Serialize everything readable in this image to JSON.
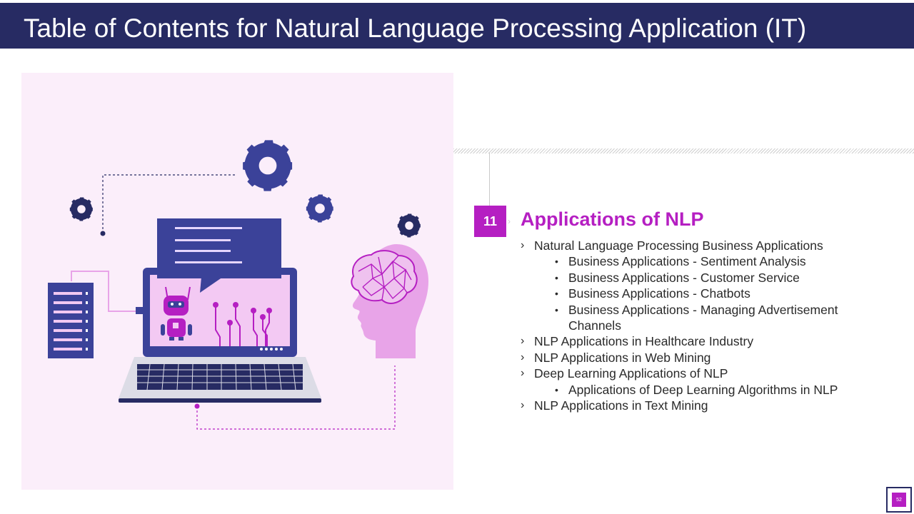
{
  "header": {
    "title": "Table of Contents for Natural Language Processing Application (IT)"
  },
  "section": {
    "number": "11",
    "title": "Applications of NLP"
  },
  "toc": [
    {
      "level": 1,
      "marker": "›",
      "text": "Natural  Language Processing Business Applications"
    },
    {
      "level": 2,
      "marker": "•",
      "text": "Business Applications - Sentiment Analysis"
    },
    {
      "level": 2,
      "marker": "•",
      "text": "Business Applications - Customer Service"
    },
    {
      "level": 2,
      "marker": "•",
      "text": "Business Applications - Chatbots"
    },
    {
      "level": 2,
      "marker": "•",
      "text": "Business Applications - Managing Advertisement Channels"
    },
    {
      "level": 1,
      "marker": "›",
      "text": "NLP Applications in Healthcare  Industry"
    },
    {
      "level": 1,
      "marker": "›",
      "text": "NLP Applications in Web Mining"
    },
    {
      "level": 1,
      "marker": "›",
      "text": "Deep Learning Applications of NLP"
    },
    {
      "level": 2,
      "marker": "•",
      "text": "Applications of Deep Learning Algorithms in NLP"
    },
    {
      "level": 1,
      "marker": "›",
      "text": "NLP Applications in Text Mining"
    }
  ],
  "footer": {
    "page_number": "52"
  },
  "colors": {
    "navy": "#272b63",
    "magenta": "#b51fc2",
    "panel_bg": "#fbeefa",
    "lilac": "#e8a4e8"
  },
  "illustration": {
    "icons": [
      "gear-icon",
      "document-list-icon",
      "laptop-icon",
      "chat-bubble-icon",
      "robot-icon",
      "circuit-icon",
      "human-head-icon",
      "brain-icon"
    ]
  }
}
